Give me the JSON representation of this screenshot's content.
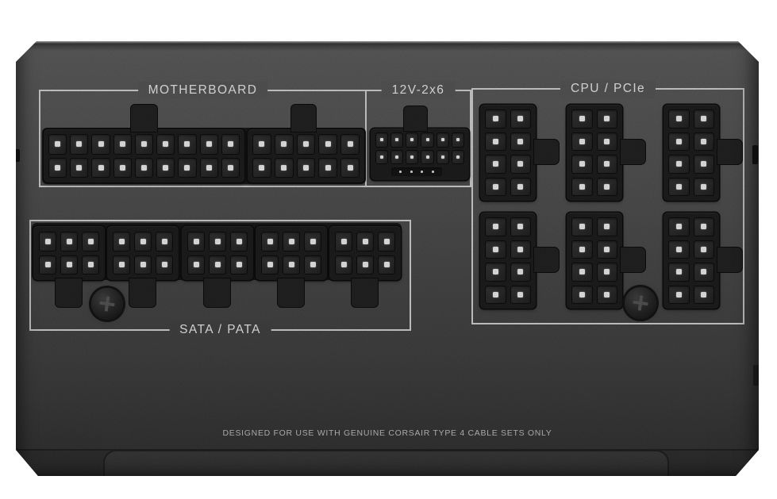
{
  "sections": {
    "motherboard": {
      "label": "MOTHERBOARD"
    },
    "pcie_12v_2x6": {
      "label": "12V-2x6"
    },
    "cpu_pcie": {
      "label": "CPU / PCIe"
    },
    "sata_pata": {
      "label": "SATA / PATA"
    }
  },
  "notice": {
    "text": "DESIGNED FOR USE WITH GENUINE CORSAIR TYPE 4 CABLE SETS ONLY"
  },
  "connectors": {
    "atx_18pin": {
      "pins": 18,
      "cols": 9,
      "rows": 2
    },
    "atx_10pin": {
      "pins": 10,
      "cols": 5,
      "rows": 2
    },
    "pcie_12v_2x6": {
      "pins": 12,
      "cols": 6,
      "rows": 2,
      "sense_pins": 4
    },
    "cpu_pcie_8pin": {
      "pins": 8,
      "cols": 2,
      "rows": 4,
      "count": 6
    },
    "peripheral_6pin": {
      "pins": 6,
      "cols": 3,
      "rows": 2,
      "count": 5
    }
  },
  "hardware": {
    "screw_count": 2,
    "screw_type": "phillips"
  },
  "colors": {
    "background": "#ffffff",
    "panel": "#4c4c4c",
    "panel_bottom": "#282828",
    "connector_body": "#141414",
    "section_outline": "#d4d4d4",
    "label_text": "#ededed",
    "notice_text": "#bfbfbf",
    "pin_dot": "#f2f2f2"
  }
}
